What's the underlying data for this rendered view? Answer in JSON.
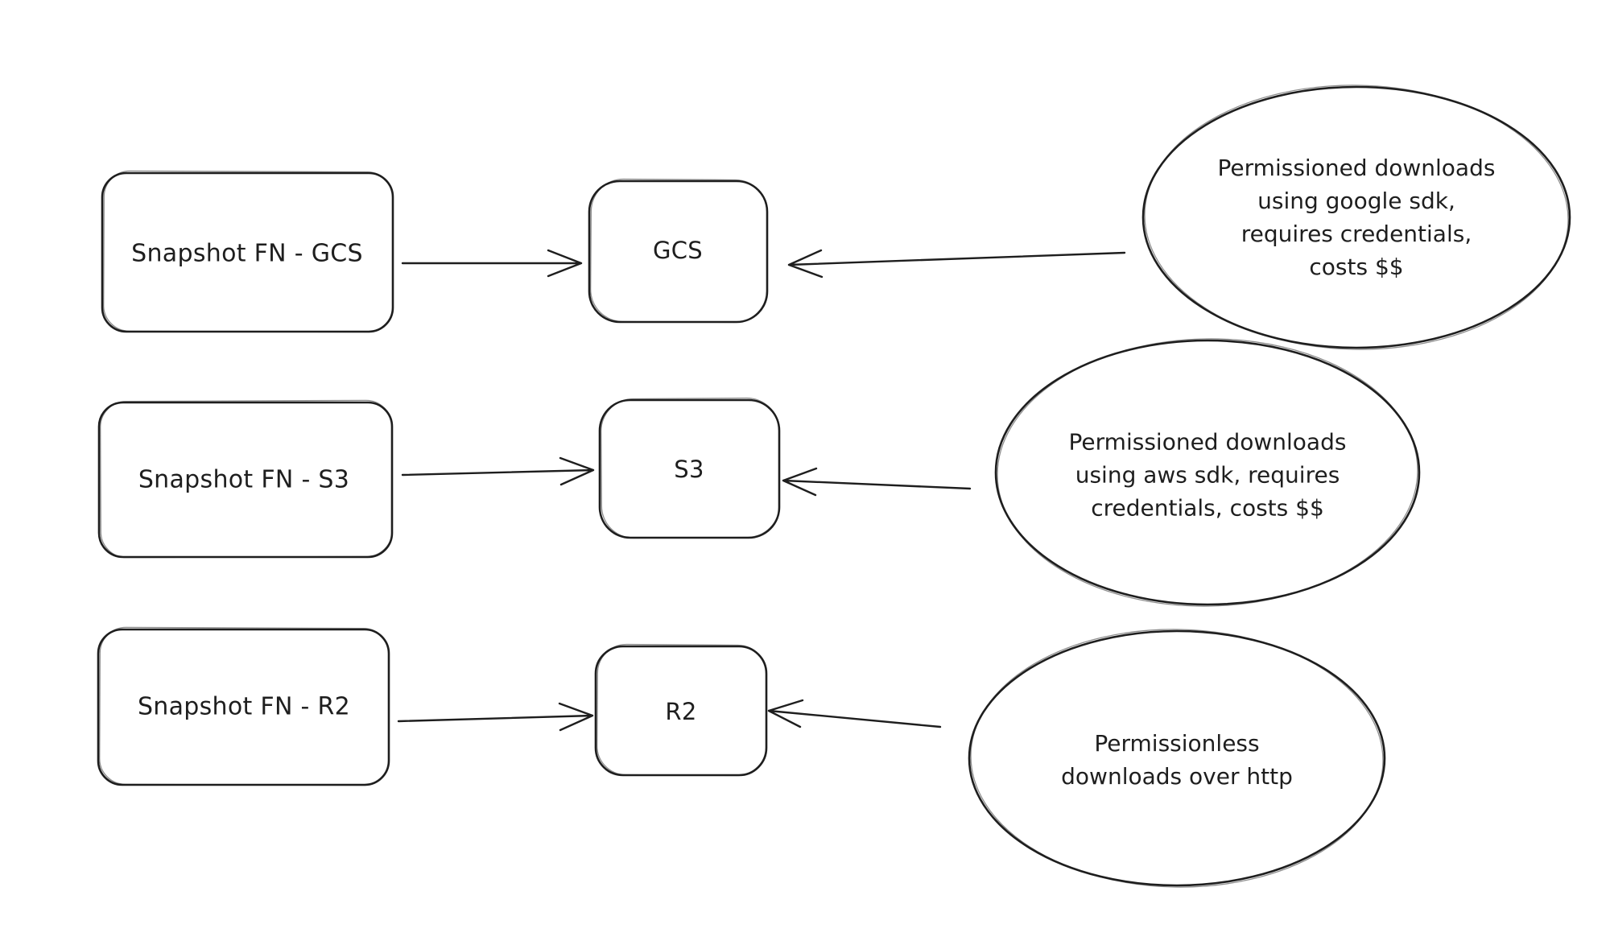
{
  "canvas": {
    "background": "#ffffff",
    "stroke_color": "#1e1e1e",
    "text_color": "#1e1e1e",
    "style": "hand-drawn whiteboard diagram"
  },
  "rows": [
    {
      "source_label": "Snapshot FN - GCS",
      "target_label": "GCS",
      "note_lines": [
        "Permissioned downloads",
        "using google sdk,",
        "requires credentials,",
        "costs $$"
      ]
    },
    {
      "source_label": "Snapshot FN - S3",
      "target_label": "S3",
      "note_lines": [
        "Permissioned downloads",
        "using aws sdk, requires",
        "credentials, costs $$"
      ]
    },
    {
      "source_label": "Snapshot FN - R2",
      "target_label": "R2",
      "note_lines": [
        "Permissionless",
        "downloads over http"
      ]
    }
  ]
}
